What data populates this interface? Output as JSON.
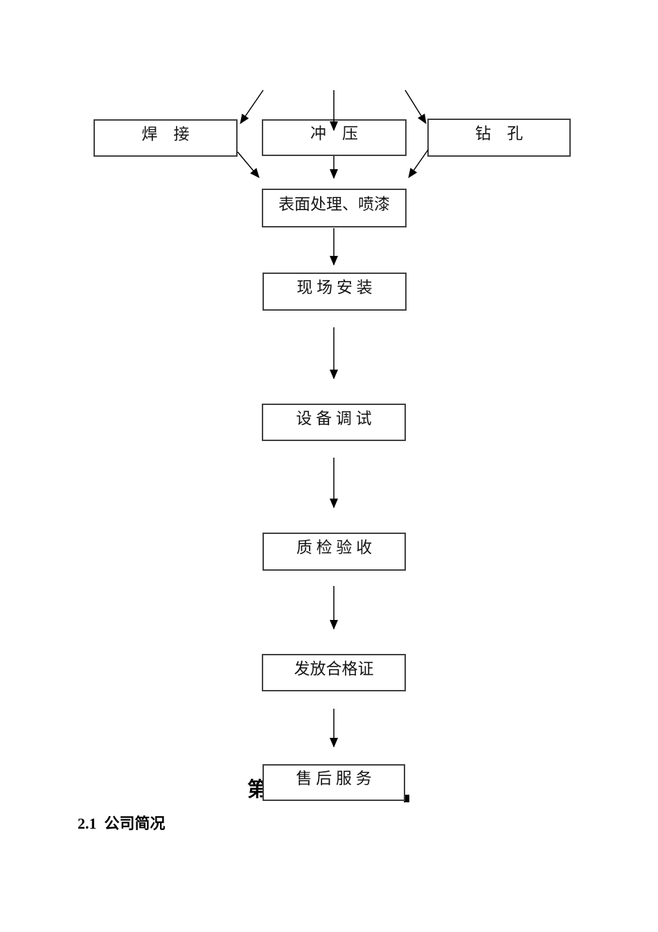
{
  "page": {
    "background_color": "#ffffff",
    "line_color": "#000000",
    "box_border_color": "#3f3f3f"
  },
  "flowchart": {
    "boxes": [
      {
        "id": "welding",
        "label": "焊　接"
      },
      {
        "id": "stamping",
        "label": "冲　压"
      },
      {
        "id": "drilling",
        "label": "钻　孔"
      },
      {
        "id": "surface-treatment-painting",
        "label": "表面处理、喷漆"
      },
      {
        "id": "site-installation",
        "label": "现 场 安 装"
      },
      {
        "id": "equipment-debugging",
        "label": "设 备 调 试"
      },
      {
        "id": "quality-inspection-acceptance",
        "label": "质 检 验 收"
      },
      {
        "id": "issue-certificate",
        "label": "发放合格证"
      },
      {
        "id": "after-sales-service",
        "label": "售 后 服 务"
      }
    ]
  },
  "headings": {
    "partial_chapter": "第",
    "section": "2.1  公司简况"
  }
}
